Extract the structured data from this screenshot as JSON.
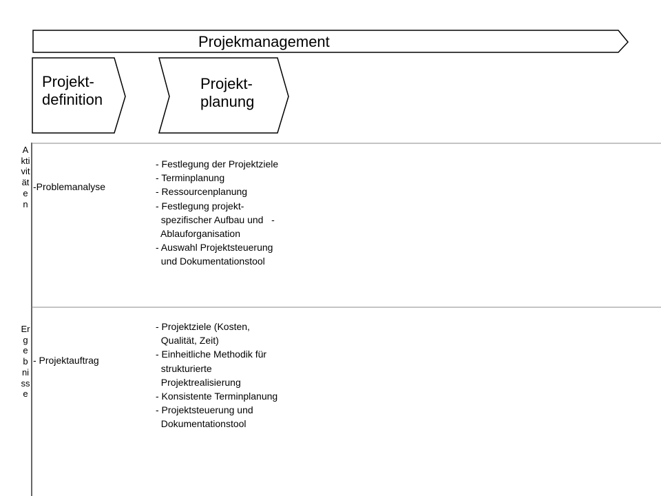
{
  "diagram": {
    "banner": {
      "title": "Projekmanagement"
    },
    "phases": [
      {
        "label": "Projekt-\ndefinition"
      },
      {
        "label": "Projekt-\nplanung"
      }
    ],
    "rows": {
      "aktivitaeten": {
        "label": "Aktivitäten",
        "definition": "-Problemanalyse",
        "planung": [
          "- Festlegung der Projektziele",
          "- Terminplanung",
          "- Ressourcenplanung",
          "- Festlegung projekt-",
          "  spezifischer Aufbau und   -",
          "  Ablauforganisation",
          "- Auswahl Projektsteuerung",
          "  und Dokumentationstool"
        ]
      },
      "ergebnisse": {
        "label": "Ergebnisse",
        "definition": "- Projektauftrag",
        "planung": [
          "- Projektziele (Kosten,",
          "  Qualität, Zeit)",
          "- Einheitliche Methodik für",
          "  strukturierte",
          "  Projektrealisierung",
          "- Konsistente Terminplanung",
          "- Projektsteuerung und",
          "  Dokumentationstool"
        ]
      }
    }
  }
}
